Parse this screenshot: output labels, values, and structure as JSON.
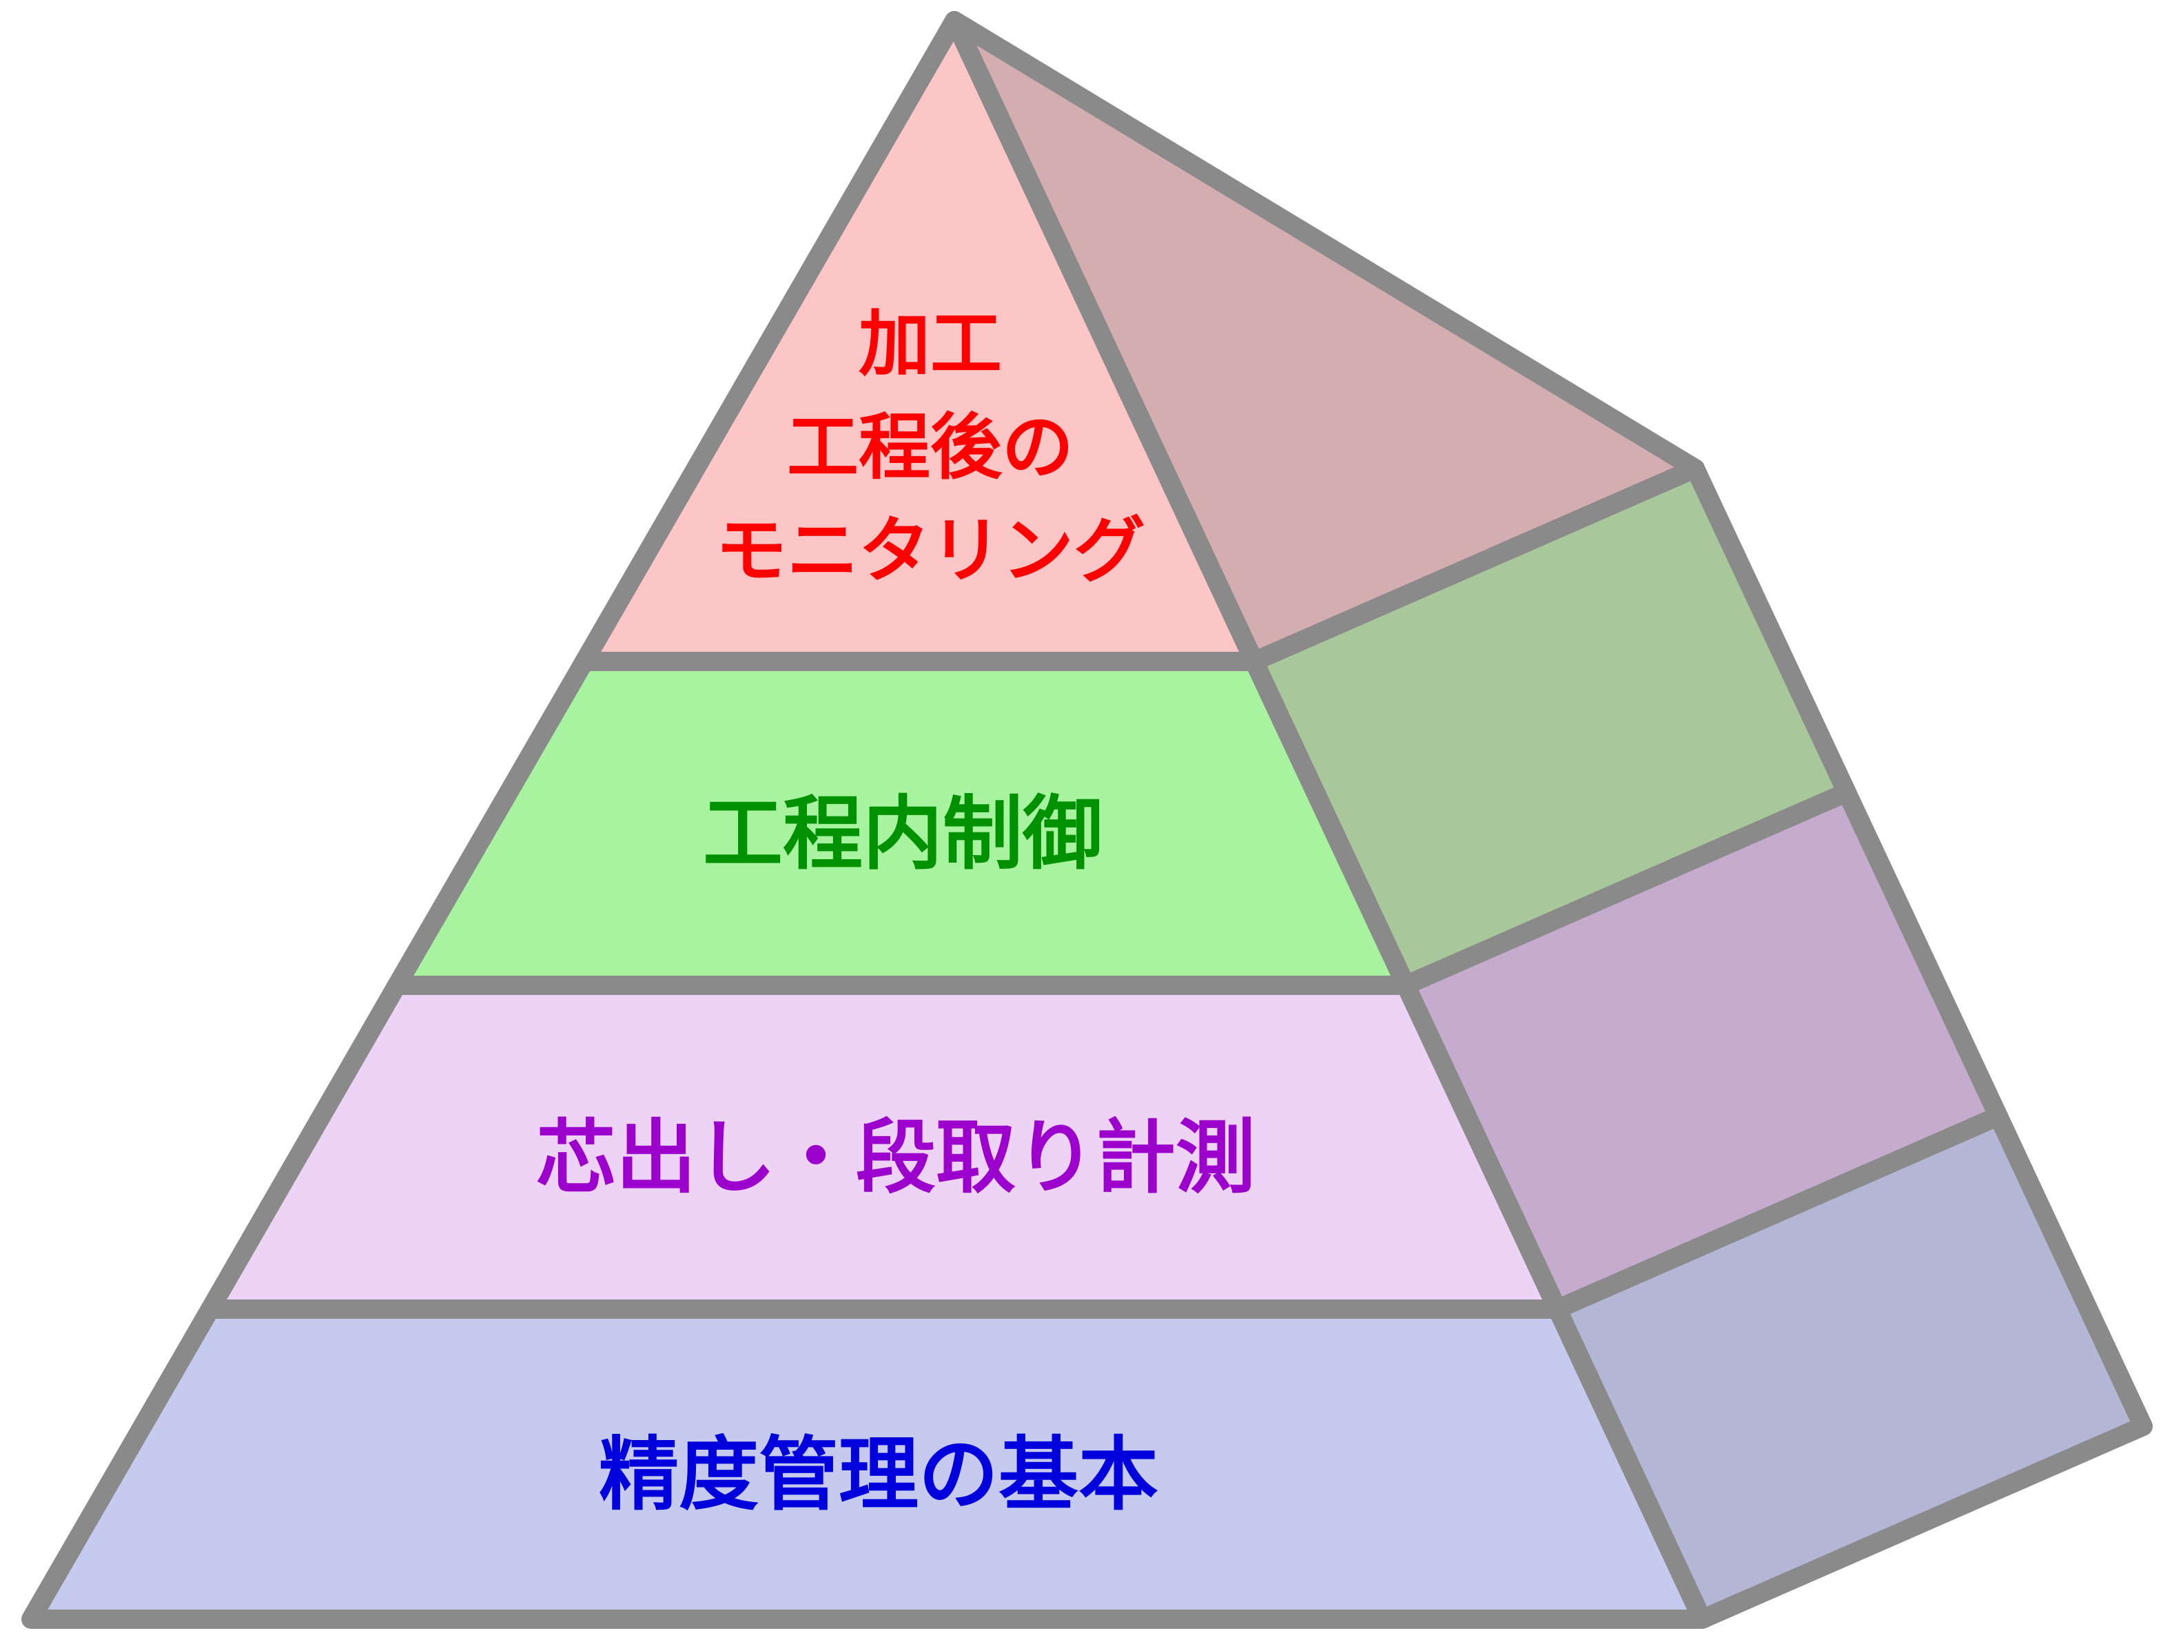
{
  "diagram": {
    "type": "pyramid",
    "description": "3D segmented pyramid with four stacked layers, front faces labeled in Japanese",
    "outline_color": "#8a8a8a",
    "background_color": "#ffffff",
    "layers": [
      {
        "id": "layer-1-top",
        "label": "加工 工程後の モニタリング",
        "lines": [
          "加工",
          "工程後の",
          "モニタリング"
        ],
        "text_color": "#ff0000",
        "face_color": "#fdc6c6",
        "side_color": "#d4adb0"
      },
      {
        "id": "layer-2",
        "label": "工程内制御",
        "text_color": "#009100",
        "face_color": "#a8f3a0",
        "side_color": "#a8c79b"
      },
      {
        "id": "layer-3",
        "label": "芯出し・段取り計測",
        "text_color": "#9b00cc",
        "face_color": "#edd3f6",
        "side_color": "#c5abce"
      },
      {
        "id": "layer-4-base",
        "label": "精度管理の基本",
        "text_color": "#0000dd",
        "face_color": "#c6caee",
        "side_color": "#b3b6d4"
      }
    ]
  }
}
